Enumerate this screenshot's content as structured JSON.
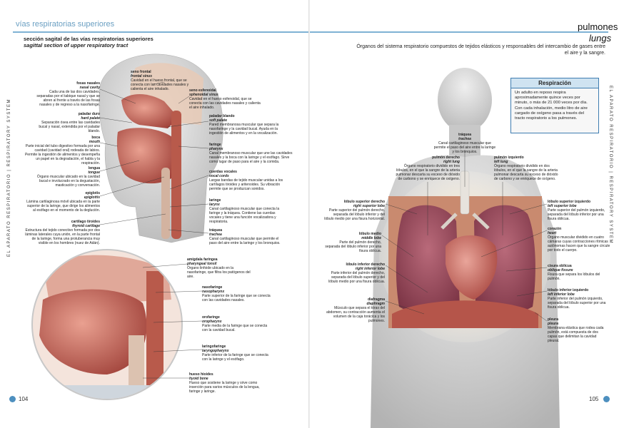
{
  "left_page": {
    "section_header": "vías respiratorias superiores",
    "side_strip": "EL APARATO RESPIRATORIO | RESPIRATORY SYSTEM",
    "title_es": "sección sagital de las vías respiratorias superiores",
    "title_en": "sagittal section of upper respiratory tract",
    "page_number": "104",
    "labels_left": [
      {
        "es": "fosas nasales",
        "en": "nasal cavity",
        "desc": "Cada una de las dos cavidades, separadas por el tabique nasal y que se abren al frente a través de las fosas nasales y de regreso a la nasofaringe."
      },
      {
        "es": "paladar duro",
        "en": "hard palate",
        "desc": "Separación ósea entre las cavidades bucal y nasal, extendida por el paladar blando."
      },
      {
        "es": "boca",
        "en": "mouth",
        "desc": "Parte inicial del tubo digestivo formada por una cavidad (cavidad oral) rodeada de labios. Permite la ingestión de alimentos y desempeña un papel en la degradación, el habla y la respiración."
      },
      {
        "es": "lengua",
        "en": "tongue",
        "desc": "Órgano muscular ubicado en la cavidad bucal e involucrado en la degustación, masticación y conversación."
      },
      {
        "es": "epiglotis",
        "en": "epiglottis",
        "desc": "Lámina cartilaginosa móvil ubicada en la parte superior de la laringe, que dirige los alimentos al esófago en el momento de la deglución."
      },
      {
        "es": "cartílago tiroides",
        "en": "thyroid cartilage",
        "desc": "Estructura del tejido conectivo formada por dos láminas laterales cuya unión, en la parte frontal de la laringe, forma una protuberancia muy visible en los hombres (nuez de Adán)."
      }
    ],
    "labels_right": [
      {
        "es": "seno frontal",
        "en": "frontal sinus",
        "desc": "Cavidad en el hueso frontal, que se conecta con las cavidades nasales y calienta el aire inhalado."
      },
      {
        "es": "seno esfenoidal",
        "en": "sphenoidal sinus",
        "desc": "Cavidad en el hueso esfenoidal, que se conecta con las cavidades nasales y calienta el aire inhalado."
      },
      {
        "es": "paladar blando",
        "en": "soft palate",
        "desc": "Pared membranosa muscular que separa la nasofaringe y la cavidad bucal. Ayuda en la ingestión de alimentos y en la vocalización."
      },
      {
        "es": "faringe",
        "en": "pharynx",
        "desc": "Canal membranoso muscular que une las cavidades nasales y la boca con la laringe y el esófago. Sirve como lugar de paso para el aire y la comida."
      },
      {
        "es": "cuerdas vocales",
        "en": "vocal cords",
        "desc": "Largas bandas de tejido muscular unidas a los cartílagos tiroides y aritenoides. Su vibración permite que se produzcan sonidos."
      },
      {
        "es": "laringe",
        "en": "larynx",
        "desc": "Canal cartilaginoso muscular que conecta la faringe y la tráquea. Contiene las cuerdas vocales y tiene una función vocalizadora y respiratoria."
      },
      {
        "es": "tráquea",
        "en": "trachea",
        "desc": "Canal cartilaginoso muscular que permite el paso del aire entre la laringe y los bronquios."
      }
    ],
    "labels_inset": [
      {
        "es": "amígdala faríngea",
        "en": "pharyngeal tonsil",
        "desc": "Órgano linfoide ubicado en la nasofaringe, que filtra los patógenos del aire."
      },
      {
        "es": "nasofaringe",
        "en": "nasopharynx",
        "desc": "Parte superior de la faringe que se conecta con las cavidades nasales."
      },
      {
        "es": "orofaringe",
        "en": "oropharynx",
        "desc": "Parte media de la faringe que se conecta con la cavidad bucal."
      },
      {
        "es": "laringofaringe",
        "en": "laryngopharynx",
        "desc": "Parte inferior de la faringe que se conecta con la laringe y el esófago."
      },
      {
        "es": "hueso hioides",
        "en": "hyoid bone",
        "desc": "Hueso que sostiene la laringe y sirve como inserción para varios músculos de la lengua, faringe y laringe."
      }
    ]
  },
  "right_page": {
    "title_es": "pulmones",
    "title_en": "lungs",
    "subtitle": "Órganos del sistema respiratorio compuestos de tejidos elásticos y responsables del intercambio de gases entre el aire y la sangre.",
    "side_strip": "EL APARATO RESPIRATORIO | RESPIRATORY SYSTEM",
    "page_number": "105",
    "box": {
      "heading": "Respiración",
      "text": "Un adulto en reposo respira aproximadamente quince veces por minuto, o más de 21 000 veces por día. Con cada inhalación, medio litro de aire cargado de oxígeno pasa a través del tracto respiratorio a los pulmones."
    },
    "labels_left": [
      {
        "es": "pulmón derecho",
        "en": "right lung",
        "desc": "Órgano respiratorio dividido en tres lóbulos, en el que la sangre de la arteria pulmonar descarta su exceso de dióxido de carbono y se enriquece de oxígeno."
      },
      {
        "es": "lóbulo superior derecho",
        "en": "right superior lobe",
        "desc": "Parte superior del pulmón derecho, separada del lóbulo inferior y del lóbulo medio por una fisura horizontal."
      },
      {
        "es": "lóbulo medio",
        "en": "middle lobe",
        "desc": "Parte del pulmón derecho, separada del lóbulo inferior por una fisura oblicua."
      },
      {
        "es": "lóbulo inferior derecho",
        "en": "right inferior lobe",
        "desc": "Parte inferior del pulmón derecho, separada del lóbulo superior y del lóbulo medio por una fisura oblicua."
      },
      {
        "es": "diafragma",
        "en": "diaphragm",
        "desc": "Músculo que separa el tórax del abdomen, su contracción aumenta el volumen de la caja torácica y los pulmones."
      }
    ],
    "label_top": {
      "es": "tráquea",
      "en": "trachea",
      "desc": "Canal cartilaginoso muscular que permite el paso del aire entre la laringe y los bronquios."
    },
    "labels_right": [
      {
        "es": "pulmón izquierdo",
        "en": "left lung",
        "desc": "Órgano respiratorio dividido en dos lóbulos, en el que la sangre de la arteria pulmonar descarta su exceso de dióxido de carbono y se enriquece de oxígeno."
      },
      {
        "es": "lóbulo superior izquierdo",
        "en": "left superior lobe",
        "desc": "Parte superior del pulmón izquierdo, separada del lóbulo inferior por una fisura oblicua."
      },
      {
        "es": "corazón",
        "en": "heart",
        "desc": "Órgano muscular dividido en cuatro cámaras cuyas contracciones rítmicas autónomas hacen que la sangre circule por todo el cuerpo."
      },
      {
        "es": "cisura oblicua",
        "en": "oblique fissure",
        "desc": "Fisura que separa los lóbulos del pulmón."
      },
      {
        "es": "lóbulo inferior izquierdo",
        "en": "left inferior lobe",
        "desc": "Parte inferior del pulmón izquierdo, separada del lóbulo superior por una fisura oblicua."
      },
      {
        "es": "pleura",
        "en": "pleura",
        "desc": "Membrana elástica que rodea cada pulmón, está compuesta de dos capas que delimitan la cavidad pleural."
      }
    ]
  }
}
